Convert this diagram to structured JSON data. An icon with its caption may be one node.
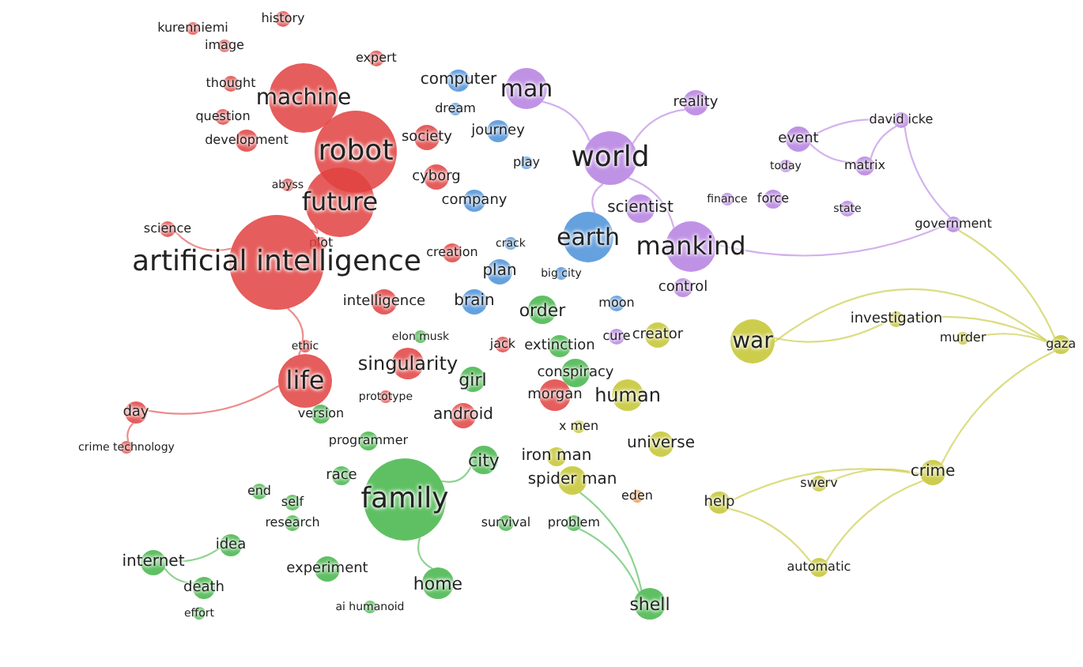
{
  "diagram": {
    "nodes": [
      {
        "text": [
          "kurenniemi"
        ]
      },
      {
        "text": [
          "history"
        ]
      },
      {
        "text": [
          "image"
        ]
      },
      {
        "text": [
          "expert"
        ]
      },
      {
        "text": [
          "thought"
        ]
      },
      {
        "text": [
          "machine"
        ]
      },
      {
        "text": [
          "question"
        ]
      },
      {
        "text": [
          "development"
        ]
      },
      {
        "text": [
          "robot"
        ]
      },
      {
        "text": [
          "abyss"
        ]
      },
      {
        "text": [
          "future"
        ]
      },
      {
        "text": [
          "science"
        ]
      },
      {
        "text": [
          "plot"
        ]
      },
      {
        "text": [
          "artificial intelligence"
        ]
      },
      {
        "text": [
          "computer"
        ]
      },
      {
        "text": [
          "man"
        ]
      },
      {
        "text": [
          "dream"
        ]
      },
      {
        "text": [
          "society"
        ]
      },
      {
        "text": [
          "journey"
        ]
      },
      {
        "text": [
          "world"
        ]
      },
      {
        "text": [
          "play"
        ]
      },
      {
        "text": [
          "cyborg"
        ]
      },
      {
        "text": [
          "company"
        ]
      },
      {
        "text": [
          "reality"
        ]
      },
      {
        "text": [
          "david icke"
        ]
      },
      {
        "text": [
          "event"
        ]
      },
      {
        "text": [
          "today"
        ]
      },
      {
        "text": [
          "matrix"
        ]
      },
      {
        "text": [
          "finance"
        ]
      },
      {
        "text": [
          "force"
        ]
      },
      {
        "text": [
          "state"
        ]
      },
      {
        "text": [
          "scientist"
        ]
      },
      {
        "text": [
          "earth"
        ]
      },
      {
        "text": [
          "mankind"
        ]
      },
      {
        "text": [
          "government"
        ]
      },
      {
        "text": [
          "creation"
        ]
      },
      {
        "text": [
          "crack"
        ]
      },
      {
        "text": [
          "plan"
        ]
      },
      {
        "text": [
          "big city"
        ]
      },
      {
        "text": [
          "control"
        ]
      },
      {
        "text": [
          "intelligence"
        ]
      },
      {
        "text": [
          "brain"
        ]
      },
      {
        "text": [
          "order"
        ]
      },
      {
        "text": [
          "moon"
        ]
      },
      {
        "text": [
          "elon musk"
        ]
      },
      {
        "text": [
          "cure"
        ]
      },
      {
        "text": [
          "creator"
        ]
      },
      {
        "text": [
          "war"
        ]
      },
      {
        "text": [
          "investigation"
        ]
      },
      {
        "text": [
          "murder"
        ]
      },
      {
        "text": [
          "gaza"
        ]
      },
      {
        "text": [
          "ethic"
        ]
      },
      {
        "text": [
          "jack"
        ]
      },
      {
        "text": [
          "extinction"
        ]
      },
      {
        "text": [
          "life"
        ]
      },
      {
        "text": [
          "singularity"
        ]
      },
      {
        "text": [
          "conspiracy"
        ]
      },
      {
        "text": [
          "girl"
        ]
      },
      {
        "text": [
          "human"
        ]
      },
      {
        "text": [
          "prototype"
        ]
      },
      {
        "text": [
          "morgan"
        ]
      },
      {
        "text": [
          "day"
        ]
      },
      {
        "text": [
          "version"
        ]
      },
      {
        "text": [
          "android"
        ]
      },
      {
        "text": [
          "crime technology"
        ]
      },
      {
        "text": [
          "x men"
        ]
      },
      {
        "text": [
          "programmer"
        ]
      },
      {
        "text": [
          "universe"
        ]
      },
      {
        "text": [
          "race"
        ]
      },
      {
        "text": [
          "iron man"
        ]
      },
      {
        "text": [
          "city"
        ]
      },
      {
        "text": [
          "spider man"
        ]
      },
      {
        "text": [
          "family"
        ]
      },
      {
        "text": [
          "eden"
        ]
      },
      {
        "text": [
          "help"
        ]
      },
      {
        "text": [
          "swerv"
        ]
      },
      {
        "text": [
          "crime"
        ]
      },
      {
        "text": [
          "end"
        ]
      },
      {
        "text": [
          "self"
        ]
      },
      {
        "text": [
          "research"
        ]
      },
      {
        "text": [
          "survival"
        ]
      },
      {
        "text": [
          "problem"
        ]
      },
      {
        "text": [
          "idea"
        ]
      },
      {
        "text": [
          "experiment"
        ]
      },
      {
        "text": [
          "internet"
        ]
      },
      {
        "text": [
          "home"
        ]
      },
      {
        "text": [
          "automatic"
        ]
      },
      {
        "text": [
          "death"
        ]
      },
      {
        "text": [
          "effort"
        ]
      },
      {
        "text": [
          "ai humanoid"
        ]
      },
      {
        "text": [
          "shell"
        ]
      }
    ],
    "edges": [
      {
        "from": 50,
        "to": 48,
        "arrow": "none",
        "color": "#c4c42e"
      },
      {
        "from": 50,
        "to": 49,
        "arrow": "none",
        "color": "#c4c42e"
      },
      {
        "from": 50,
        "to": 34,
        "arrow": "none",
        "color": "#c4c42e"
      },
      {
        "from": 50,
        "to": 47,
        "arrow": "none",
        "color": "#c4c42e"
      },
      {
        "from": 50,
        "to": 76,
        "arrow": "none",
        "color": "#c4c42e"
      },
      {
        "from": 76,
        "to": 75,
        "arrow": "none",
        "color": "#c4c42e"
      },
      {
        "from": 76,
        "to": 86,
        "arrow": "none",
        "color": "#c4c42e"
      },
      {
        "from": 76,
        "to": 74,
        "arrow": "none",
        "color": "#c4c42e"
      },
      {
        "from": 86,
        "to": 74,
        "arrow": "none",
        "color": "#c4c42e"
      },
      {
        "from": 47,
        "to": 48,
        "arrow": "none",
        "color": "#c4c42e"
      },
      {
        "from": 33,
        "to": 19,
        "arrow": "none",
        "color": "#b57fe0"
      },
      {
        "from": 19,
        "to": 15,
        "arrow": "none",
        "color": "#b57fe0"
      },
      {
        "from": 19,
        "to": 32,
        "arrow": "none",
        "color": "#b57fe0"
      },
      {
        "from": 33,
        "to": 34,
        "arrow": "none",
        "color": "#b57fe0"
      },
      {
        "from": 24,
        "to": 25,
        "arrow": "none",
        "color": "#b57fe0"
      },
      {
        "from": 24,
        "to": 27,
        "arrow": "none",
        "color": "#b57fe0"
      },
      {
        "from": 24,
        "to": 34,
        "arrow": "none",
        "color": "#b57fe0"
      },
      {
        "from": 25,
        "to": 27,
        "arrow": "none",
        "color": "#b57fe0"
      },
      {
        "from": 23,
        "to": 19,
        "arrow": "none",
        "color": "#b57fe0"
      },
      {
        "from": 13,
        "to": 10,
        "arrow": "none",
        "color": "#e0413f"
      },
      {
        "from": 54,
        "to": 13,
        "arrow": "none",
        "color": "#e0413f"
      },
      {
        "from": 72,
        "to": 85,
        "arrow": "none",
        "color": "#43b548"
      },
      {
        "from": 72,
        "to": 70,
        "arrow": "none",
        "color": "#43b548"
      },
      {
        "from": 84,
        "to": 87,
        "arrow": "none",
        "color": "#43b548"
      },
      {
        "from": 84,
        "to": 82,
        "arrow": "none",
        "color": "#43b548"
      },
      {
        "from": 90,
        "to": 81,
        "arrow": "none",
        "color": "#43b548"
      },
      {
        "from": 90,
        "to": 71,
        "arrow": "none",
        "color": "#43b548"
      },
      {
        "from": 61,
        "to": 54,
        "arrow": "none",
        "color": "#e0413f"
      },
      {
        "from": 61,
        "to": 64,
        "arrow": "none",
        "color": "#e0413f"
      },
      {
        "from": 11,
        "to": 13,
        "arrow": "none",
        "color": "#e0413f"
      }
    ]
  }
}
